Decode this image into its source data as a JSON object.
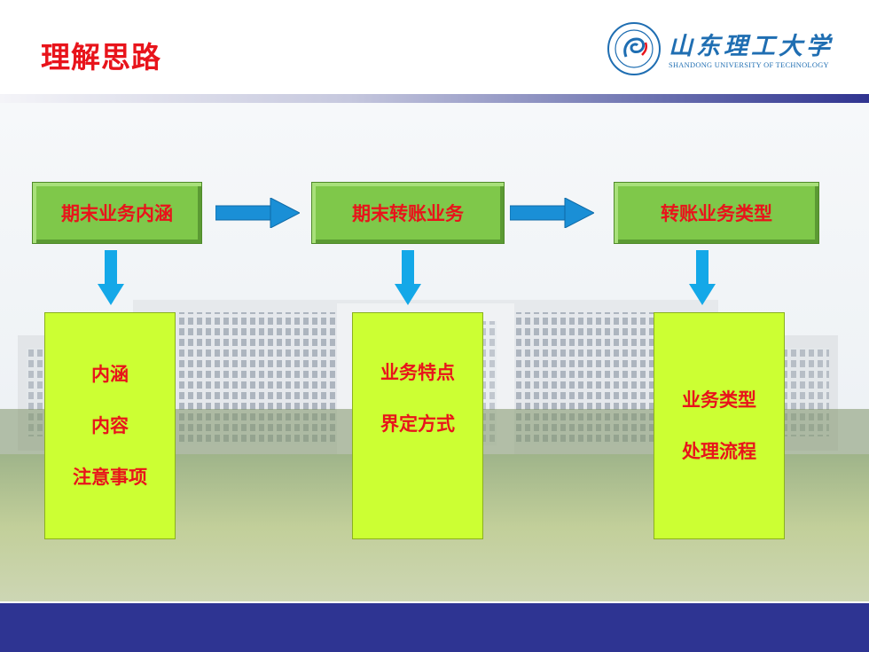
{
  "header": {
    "title": "理解思路",
    "logo_name": "山东理工大学",
    "logo_subtitle": "SHANDONG UNIVERSITY OF TECHNOLOGY"
  },
  "flow": {
    "steps": [
      {
        "label": "期末业务内涵",
        "details": [
          "内涵",
          "内容",
          "注意事项"
        ]
      },
      {
        "label": "期末转账业务",
        "details": [
          "业务特点",
          "界定方式"
        ]
      },
      {
        "label": "转账业务类型",
        "details": [
          "业务类型",
          "处理流程"
        ]
      }
    ]
  },
  "colors": {
    "title": "#e8141b",
    "top_box": "#7fc84a",
    "bottom_box": "#ccff33",
    "arrow": "#1a8fd6",
    "footer": "#2e3492"
  }
}
